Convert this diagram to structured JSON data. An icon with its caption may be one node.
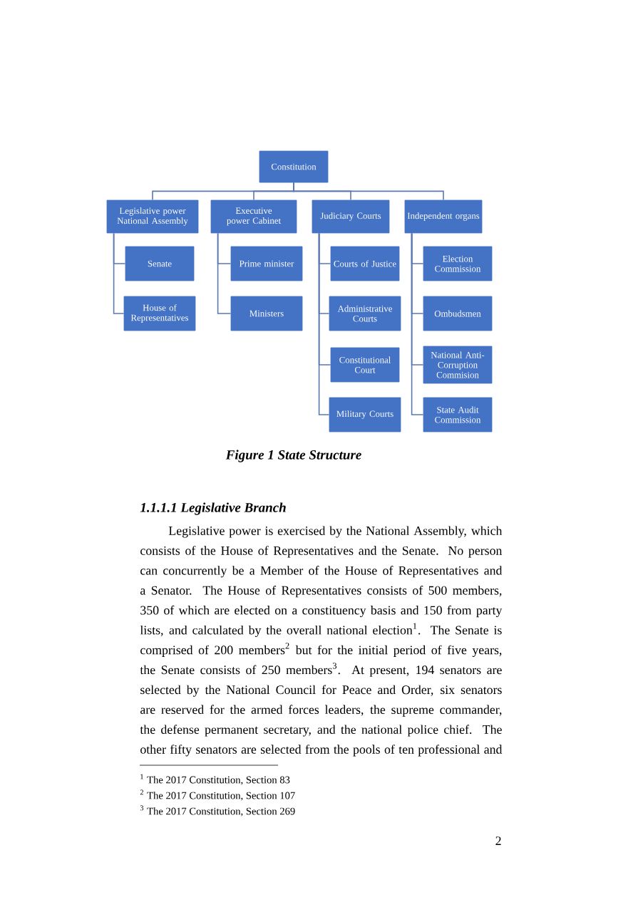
{
  "diagram": {
    "caption": "Figure 1 State Structure",
    "nodes": [
      {
        "text": [
          "Constitution"
        ]
      },
      {
        "text": [
          "Legislative power National Assembly"
        ]
      },
      {
        "text": [
          "Executive power Cabinet"
        ]
      },
      {
        "text": [
          "Judiciary Courts"
        ]
      },
      {
        "text": [
          "Independent organs"
        ]
      },
      {
        "text": [
          "Senate"
        ]
      },
      {
        "text": [
          "House of Representatives"
        ]
      },
      {
        "text": [
          "Prime minister"
        ]
      },
      {
        "text": [
          "Ministers"
        ]
      },
      {
        "text": [
          "Courts of Justice"
        ]
      },
      {
        "text": [
          "Administrative Courts"
        ]
      },
      {
        "text": [
          "Constitutional Court"
        ]
      },
      {
        "text": [
          "Military Courts"
        ]
      },
      {
        "text": [
          "Election Commission"
        ]
      },
      {
        "text": [
          "Ombudsmen"
        ]
      },
      {
        "text": [
          "National Anti-Corruption Commision"
        ]
      },
      {
        "text": [
          "State Audit Commission"
        ]
      }
    ],
    "edges": [
      {
        "from": 0,
        "to": 1,
        "arrow": "none"
      },
      {
        "from": 0,
        "to": 2,
        "arrow": "none"
      },
      {
        "from": 0,
        "to": 3,
        "arrow": "none"
      },
      {
        "from": 0,
        "to": 4,
        "arrow": "none"
      },
      {
        "from": 1,
        "to": 5,
        "arrow": "none"
      },
      {
        "from": 1,
        "to": 6,
        "arrow": "none"
      },
      {
        "from": 2,
        "to": 7,
        "arrow": "none"
      },
      {
        "from": 2,
        "to": 8,
        "arrow": "none"
      },
      {
        "from": 3,
        "to": 9,
        "arrow": "none"
      },
      {
        "from": 3,
        "to": 10,
        "arrow": "none"
      },
      {
        "from": 3,
        "to": 11,
        "arrow": "none"
      },
      {
        "from": 3,
        "to": 12,
        "arrow": "none"
      },
      {
        "from": 4,
        "to": 13,
        "arrow": "none"
      },
      {
        "from": 4,
        "to": 14,
        "arrow": "none"
      },
      {
        "from": 4,
        "to": 15,
        "arrow": "none"
      },
      {
        "from": 4,
        "to": 16,
        "arrow": "none"
      }
    ],
    "labels": [
      "1.1.1.1 Legislative Branch",
      "Legislative power is exercised by the National Assembly, which consists of the House of Representatives and the Senate. No person can concurrently be a Member of the House of Representatives and a Senator. The House of Representatives consists of 500 members, 350 of which are elected on a constituency basis and 150 from party lists, and calculated by the overall national election$^{1}$. The Senate is comprised of 200 members$^{2}$ but for the initial period of five years, the Senate consists of 250 members$^{3}$. At present, 194 senators are selected by the National Council for Peace and Order, six senators are reserved for the armed forces leaders, the supreme commander, the defense permanent secretary, and the national police chief. The other fifty senators are selected from the pools of ten professional and",
      "$^{1}$ The 2017 Constitution, Section 83",
      "$^{2}$ The 2017 Constitution, Section 107",
      "$^{3}$ The 2017 Constitution, Section 269",
      "2"
    ]
  }
}
